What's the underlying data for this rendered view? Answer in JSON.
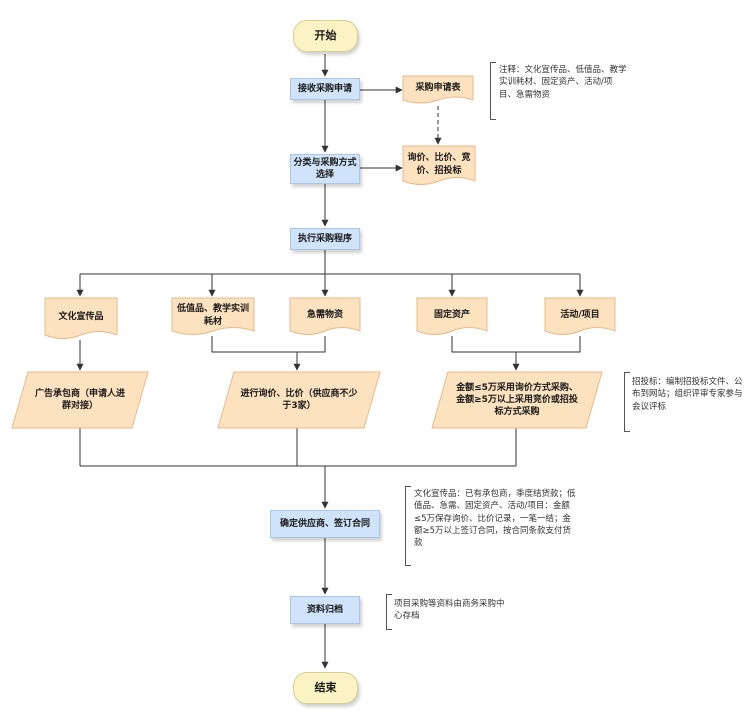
{
  "nodes": {
    "start": "开始",
    "receive": "接收采购申请",
    "request_form": "采购申请表",
    "classify": "分类与采购方式选择",
    "quote_methods": "询价、比价、竞价、招投标",
    "execute": "执行采购程序",
    "promo": "文化宣传品",
    "low_value": "低值品、教学实训耗材",
    "urgent": "急需物资",
    "fixed_assets": "固定资产",
    "activity": "活动/项目",
    "contractor": "广告承包商（申请人进群对接）",
    "inquiry": "进行询价、比价（供应商不少于3家）",
    "amount_rule": "金额≤5万采用询价方式采购、金额≥5万以上采用竞价或招投标方式采购",
    "confirm": "确定供应商、签订合同",
    "archive": "资料归档",
    "end": "结束"
  },
  "notes": {
    "note1": "注释：文化宣传品、低值品、教学实训耗材、固定资产、活动/项目、急需物资",
    "note2": "招投标：编制招投标文件、公布到网站；组织评审专家参与会议评标",
    "note3": "文化宣传品：已有承包商，季度结货款；低值品、急需、固定资产、活动/项目：金额≤5万保存询价、比价记录，一笔一结；金额≥5万以上签订合同，按合同条款支付货款",
    "note4": "项目采购等资料由商务采购中心存档"
  },
  "colors": {
    "terminal_fill": "#fbf3c3",
    "process_fill": "#cfe3fb",
    "document_fill": "#fde2bf",
    "line": "#333333"
  }
}
